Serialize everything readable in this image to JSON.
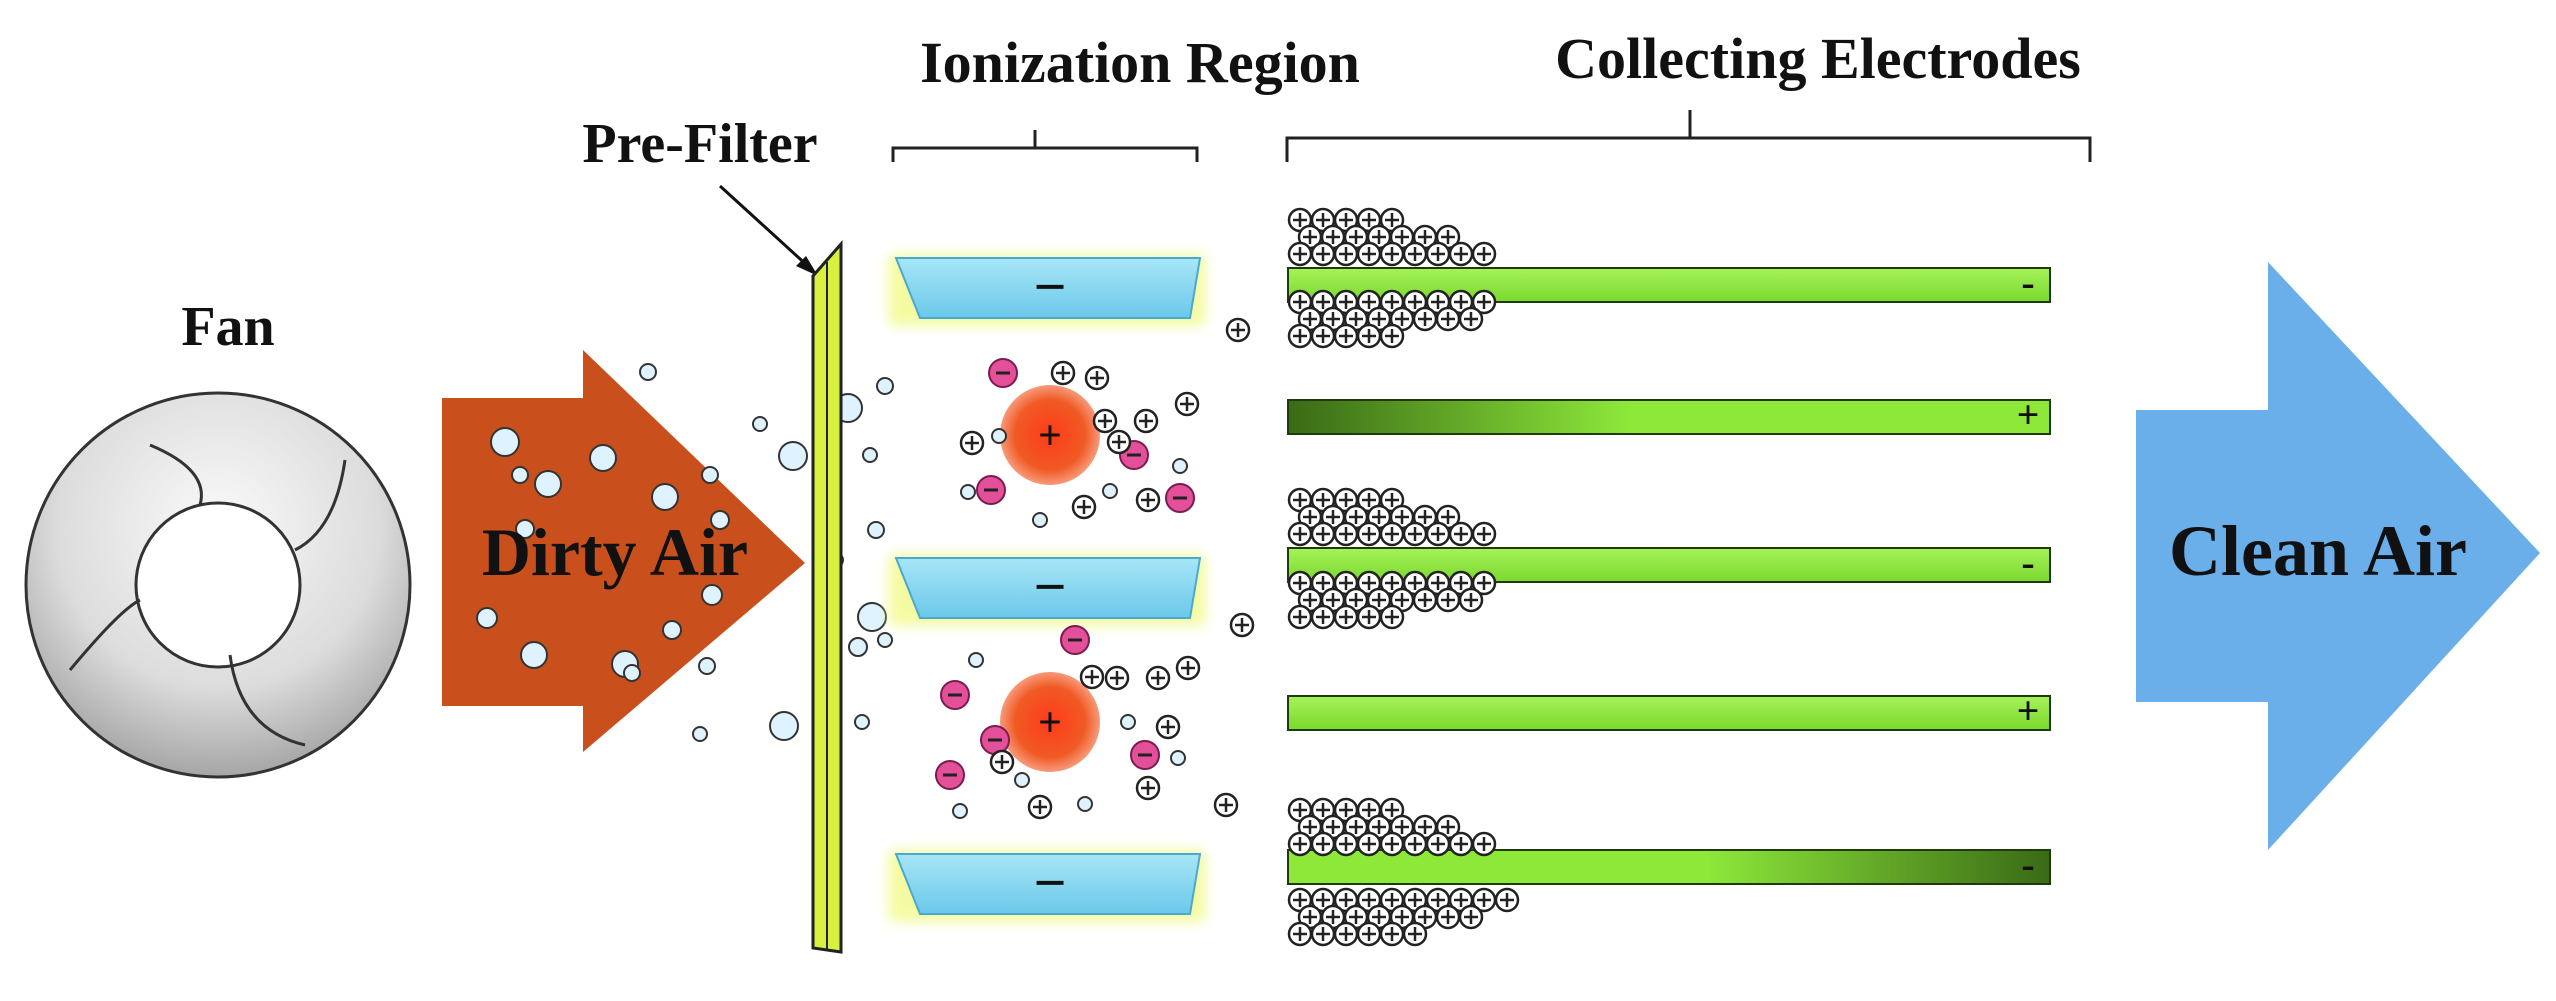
{
  "labels": {
    "fan": "Fan",
    "pre_filter": "Pre-Filter",
    "ionization_region": "Ionization Region",
    "collecting_electrodes": "Collecting Electrodes",
    "dirty_air": "Dirty Air",
    "clean_air": "Clean Air"
  },
  "ionizer_plate_signs": [
    "−",
    "−",
    "−"
  ],
  "electrode_signs": [
    "-",
    "+",
    "-",
    "+",
    "-"
  ],
  "emitter_signs": [
    "+",
    "+"
  ],
  "ion_sign": "−",
  "particle_sign": "+",
  "colors": {
    "dirty_air_arrow": "#c9501c",
    "clean_air_arrow": "#6aaeea",
    "pre_filter": "#d8f040",
    "ionizer_plate": "#7fd3f0",
    "electrode": "#8de83a",
    "electrode_dark": "#2f5a12",
    "emitter": "#f05a24",
    "negative_ion": "#e44f9a",
    "dust": "#d8f0ff"
  }
}
